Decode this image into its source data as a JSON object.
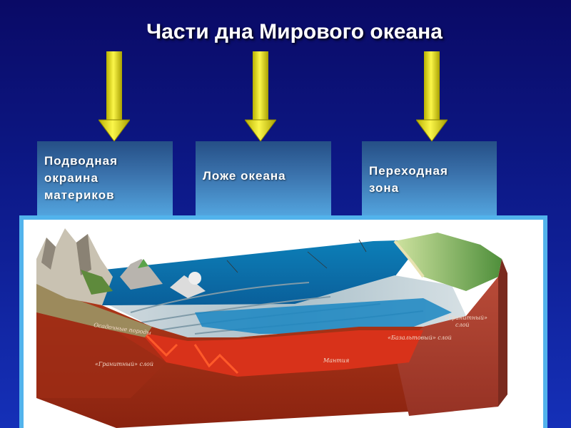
{
  "title": "Части дна Мирового океана",
  "boxes": [
    {
      "lines": [
        "Подводная",
        "окраина",
        "материков"
      ]
    },
    {
      "lines": [
        "Ложе океана"
      ]
    },
    {
      "lines": [
        "Переходная",
        "зона"
      ]
    }
  ],
  "diagram_labels": {
    "sediments": "Осадочные породы",
    "granite_left": "«Гранитный» слой",
    "mantle": "Мантия",
    "basalt": "«Базальтовый» слой",
    "granite_right_1": "«Гранитный»",
    "granite_right_2": "слой"
  },
  "colors": {
    "background_top": "#0a0a66",
    "background_bottom": "#1530b8",
    "arrow": "#e8e400",
    "box_top": "#254f86",
    "box_bottom": "#53a6e0",
    "frame_border": "#52b3ec"
  }
}
